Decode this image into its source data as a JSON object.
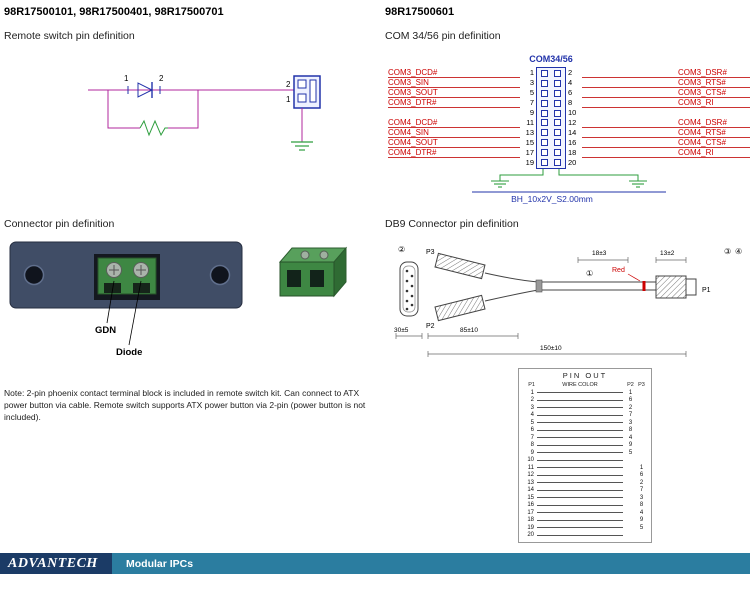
{
  "headers": {
    "left_title": "98R17500101, 98R17500401, 98R17500701",
    "left_subtitle": "Remote switch pin definition",
    "right_title": "98R17500601",
    "right_subtitle": "COM 34/56 pin definition",
    "connector_section": "Connector pin definition",
    "db9_section": "DB9 Connector pin definition"
  },
  "remote_switch": {
    "diode_left_pin": "1",
    "diode_right_pin": "2",
    "connector_top_pin": "2",
    "connector_bottom_pin": "1"
  },
  "com": {
    "title": "COM34/56",
    "footer": "BH_10x2V_S2.00mm",
    "rows": [
      {
        "left_label": "COM3_DCD#",
        "left_pin": "1",
        "right_pin": "2",
        "right_label": "COM3_DSR#"
      },
      {
        "left_label": "COM3_SIN",
        "left_pin": "3",
        "right_pin": "4",
        "right_label": "COM3_RTS#"
      },
      {
        "left_label": "COM3_SOUT",
        "left_pin": "5",
        "right_pin": "6",
        "right_label": "COM3_CTS#"
      },
      {
        "left_label": "COM3_DTR#",
        "left_pin": "7",
        "right_pin": "8",
        "right_label": "COM3_RI"
      },
      {
        "left_label": "",
        "left_pin": "9",
        "right_pin": "10",
        "right_label": ""
      },
      {
        "left_label": "COM4_DCD#",
        "left_pin": "11",
        "right_pin": "12",
        "right_label": "COM4_DSR#"
      },
      {
        "left_label": "COM4_SIN",
        "left_pin": "13",
        "right_pin": "14",
        "right_label": "COM4_RTS#"
      },
      {
        "left_label": "COM4_SOUT",
        "left_pin": "15",
        "right_pin": "16",
        "right_label": "COM4_CTS#"
      },
      {
        "left_label": "COM4_DTR#",
        "left_pin": "17",
        "right_pin": "18",
        "right_label": "COM4_RI"
      },
      {
        "left_label": "",
        "left_pin": "19",
        "right_pin": "20",
        "right_label": ""
      }
    ]
  },
  "connector_photo": {
    "label_gdn": "GDN",
    "label_diode": "Diode"
  },
  "note": "Note: 2-pin phoenix contact terminal block  is included in remote switch kit. Can connect to ATX power button via cable.  Remote switch supports ATX power button via 2-pin (power button is not included).",
  "db9": {
    "label_p1": "P1",
    "label_p2": "P2",
    "label_p3": "P3",
    "red_label": "Red",
    "dims": {
      "d1": "18±3",
      "d2": "13±2",
      "d3": "85±10",
      "d4": "150±10",
      "d5": "30±5"
    },
    "callouts": {
      "c1": "①",
      "c2": "②",
      "c3": "③",
      "c4": "④"
    },
    "pinout": {
      "title": "PIN OUT",
      "col_p1": "P1",
      "col_wire": "WIRE COLOR",
      "col_p2": "P2",
      "col_p3": "P3",
      "rows": [
        {
          "p1": "1",
          "p2": "1",
          "p3": ""
        },
        {
          "p1": "2",
          "p2": "6",
          "p3": ""
        },
        {
          "p1": "3",
          "p2": "2",
          "p3": ""
        },
        {
          "p1": "4",
          "p2": "7",
          "p3": ""
        },
        {
          "p1": "5",
          "p2": "3",
          "p3": ""
        },
        {
          "p1": "6",
          "p2": "8",
          "p3": ""
        },
        {
          "p1": "7",
          "p2": "4",
          "p3": ""
        },
        {
          "p1": "8",
          "p2": "9",
          "p3": ""
        },
        {
          "p1": "9",
          "p2": "5",
          "p3": ""
        },
        {
          "p1": "10",
          "p2": "",
          "p3": ""
        },
        {
          "p1": "11",
          "p2": "",
          "p3": "1"
        },
        {
          "p1": "12",
          "p2": "",
          "p3": "6"
        },
        {
          "p1": "13",
          "p2": "",
          "p3": "2"
        },
        {
          "p1": "14",
          "p2": "",
          "p3": "7"
        },
        {
          "p1": "15",
          "p2": "",
          "p3": "3"
        },
        {
          "p1": "16",
          "p2": "",
          "p3": "8"
        },
        {
          "p1": "17",
          "p2": "",
          "p3": "4"
        },
        {
          "p1": "18",
          "p2": "",
          "p3": "9"
        },
        {
          "p1": "19",
          "p2": "",
          "p3": "5"
        },
        {
          "p1": "20",
          "p2": "",
          "p3": ""
        }
      ]
    }
  },
  "footer": {
    "brand": "ADVANTECH",
    "bar": "Modular IPCs"
  },
  "colors": {
    "label_red": "#cc0000",
    "schematic_blue": "#2233aa",
    "wire_magenta": "#b0279c",
    "ground_green": "#2e9e3e",
    "navy": "#1b3b66",
    "teal": "#2b7da0",
    "connector_green": "#3e8743"
  }
}
